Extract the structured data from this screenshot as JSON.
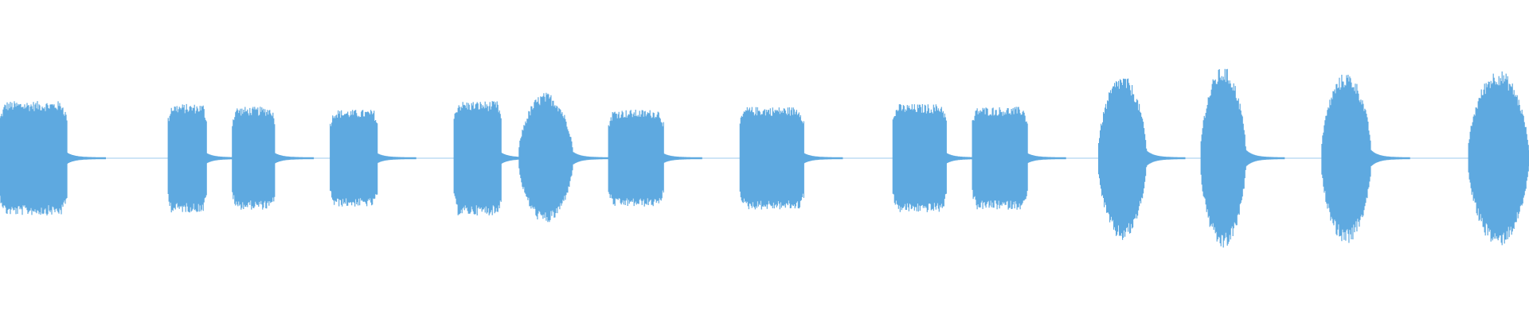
{
  "colors": {
    "background": "#ffffff",
    "waveform": "#5ea9e0"
  },
  "waveform": {
    "description_free": true,
    "segments": [
      {
        "start": 0.0,
        "end": 0.044,
        "peak": 0.4,
        "shape": "flat"
      },
      {
        "start": 0.11,
        "end": 0.135,
        "peak": 0.38,
        "shape": "flat"
      },
      {
        "start": 0.152,
        "end": 0.18,
        "peak": 0.36,
        "shape": "flat"
      },
      {
        "start": 0.216,
        "end": 0.247,
        "peak": 0.34,
        "shape": "flat"
      },
      {
        "start": 0.297,
        "end": 0.328,
        "peak": 0.4,
        "shape": "flat"
      },
      {
        "start": 0.339,
        "end": 0.375,
        "peak": 0.46,
        "shape": "rounded"
      },
      {
        "start": 0.398,
        "end": 0.434,
        "peak": 0.34,
        "shape": "flat"
      },
      {
        "start": 0.484,
        "end": 0.526,
        "peak": 0.36,
        "shape": "flat"
      },
      {
        "start": 0.584,
        "end": 0.619,
        "peak": 0.38,
        "shape": "flat"
      },
      {
        "start": 0.636,
        "end": 0.672,
        "peak": 0.36,
        "shape": "flat"
      },
      {
        "start": 0.718,
        "end": 0.75,
        "peak": 0.58,
        "shape": "rounded"
      },
      {
        "start": 0.785,
        "end": 0.815,
        "peak": 0.64,
        "shape": "rounded"
      },
      {
        "start": 0.864,
        "end": 0.897,
        "peak": 0.6,
        "shape": "rounded"
      },
      {
        "start": 0.96,
        "end": 1.0,
        "peak": 0.62,
        "shape": "rounded"
      }
    ]
  }
}
